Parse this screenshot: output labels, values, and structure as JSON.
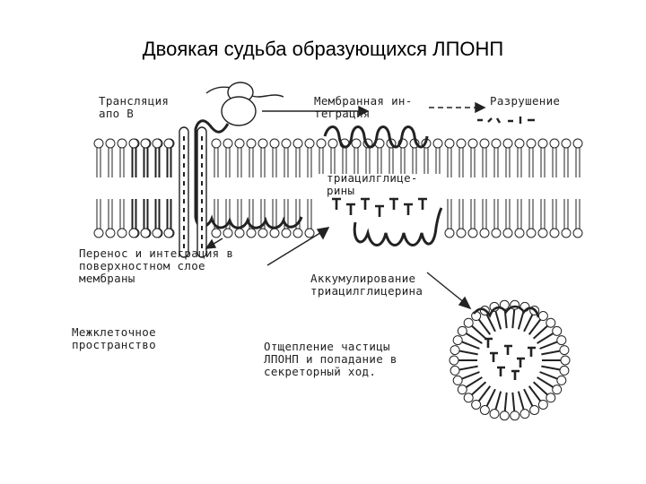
{
  "slide": {
    "title": "Двоякая судьба образующихся ЛПОНП"
  },
  "diagram": {
    "labels": {
      "translation": "Трансляция\nапо В",
      "membrane_integration": "Мембранная ин-\nтеграция",
      "degradation": "Разрушение",
      "triglycerides": "триацилглице-\nрины",
      "transfer": "Перенос и интеграция в\nповерхностном слое\nмембраны",
      "accumulation": "Аккумулирование\nтриацилглицерина",
      "intercellular": "Межклеточное\nпространство",
      "budding": "Отщепление частицы\nЛПОНП и попадание в\nсекреторный ход."
    },
    "colors": {
      "ink": "#222222",
      "background": "#ffffff"
    }
  }
}
